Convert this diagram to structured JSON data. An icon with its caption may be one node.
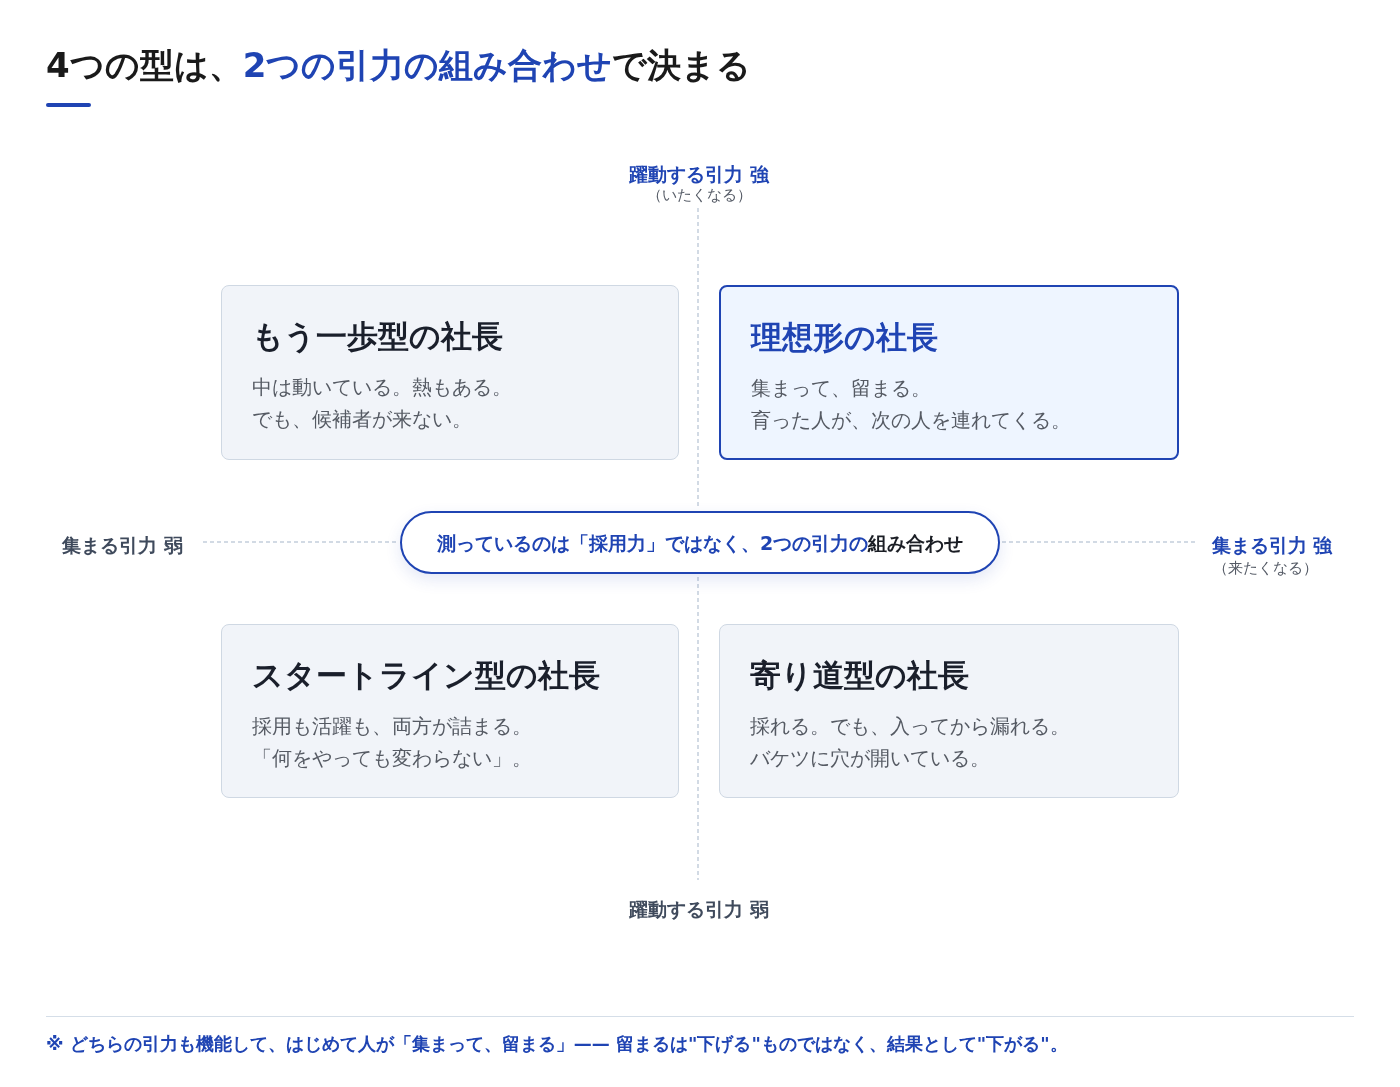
{
  "diagram": {
    "title": "4つの型は、**2つの引力の組み合わせ**で決まる",
    "nodes": [
      {
        "text": [
          "もう一歩型の社長",
          "中は動いている。熱もある。",
          "でも、候補者が来ない。"
        ]
      },
      {
        "text": [
          "理想形の社長",
          "集まって、留まる。",
          "育った人が、次の人を連れてくる。"
        ]
      },
      {
        "text": [
          "測っているのは「採用力」ではなく、2つの引力の**組み合わせ**"
        ]
      },
      {
        "text": [
          "スタートライン型の社長",
          "採用も活躍も、両方が詰まる。",
          "「何をやっても変わらない」。"
        ]
      },
      {
        "text": [
          "寄り道型の社長",
          "採れる。でも、入ってから漏れる。",
          "バケツに穴が開いている。"
        ]
      }
    ],
    "labels": [
      "躍動する引力 強",
      "（いたくなる）",
      "集まる引力 弱",
      "集まる引力 強",
      "（来たくなる）",
      "躍動する引力 弱"
    ],
    "caption": "※ どちらの引力も機能して、はじめて人が「集まって、留まる」—— 留まるは\"下げる\"ものではなく、結果として\"下がる\"。"
  }
}
